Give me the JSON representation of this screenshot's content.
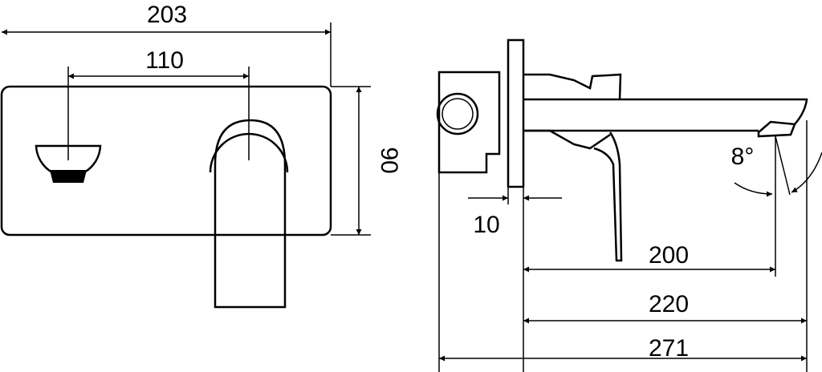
{
  "drawing": {
    "front_view": {
      "width_overall": "203",
      "handle_spacing": "110",
      "height": "90"
    },
    "side_view": {
      "plate_thickness": "10",
      "spout_reach": "200",
      "spout_length": "220",
      "total_depth": "271",
      "spout_angle": "8°"
    }
  }
}
